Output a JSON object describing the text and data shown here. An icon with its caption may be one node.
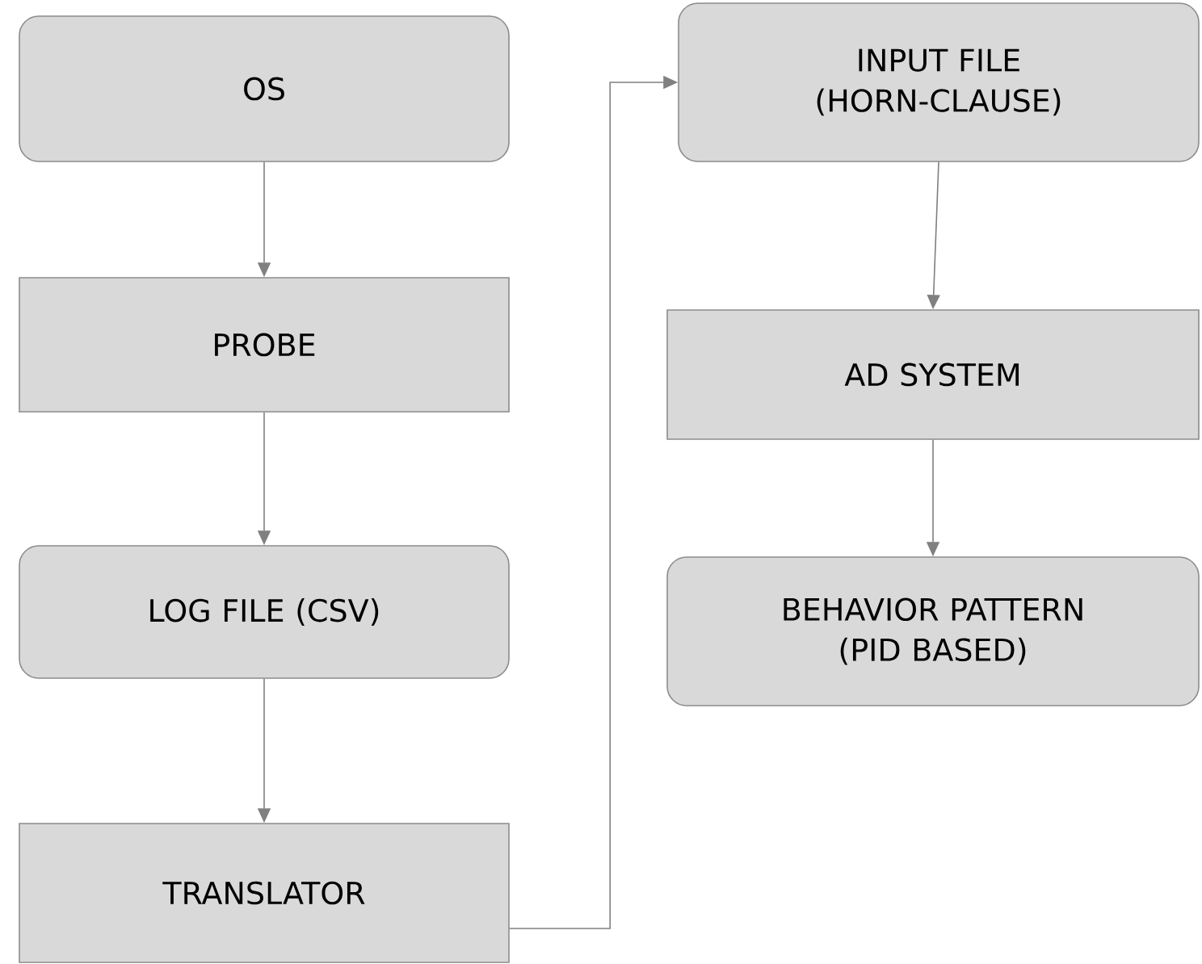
{
  "diagram": {
    "nodes": [
      {
        "text": [
          "OS"
        ]
      },
      {
        "text": [
          "PROBE"
        ]
      },
      {
        "text": [
          "LOG FILE (CSV)"
        ]
      },
      {
        "text": [
          "TRANSLATOR"
        ]
      },
      {
        "text": [
          "INPUT FILE (HORN-CLAUSE)"
        ]
      },
      {
        "text": [
          "AD SYSTEM"
        ]
      },
      {
        "text": [
          "BEHAVIOR PATTERN (PID BASED)"
        ]
      }
    ],
    "edges": [
      {
        "from": 0,
        "to": 1,
        "arrow": "to"
      },
      {
        "from": 1,
        "to": 2,
        "arrow": "to"
      },
      {
        "from": 2,
        "to": 3,
        "arrow": "to"
      },
      {
        "from": 3,
        "to": 4,
        "arrow": "to"
      },
      {
        "from": 4,
        "to": 5,
        "arrow": "to"
      },
      {
        "from": 5,
        "to": 6,
        "arrow": "to"
      }
    ]
  }
}
